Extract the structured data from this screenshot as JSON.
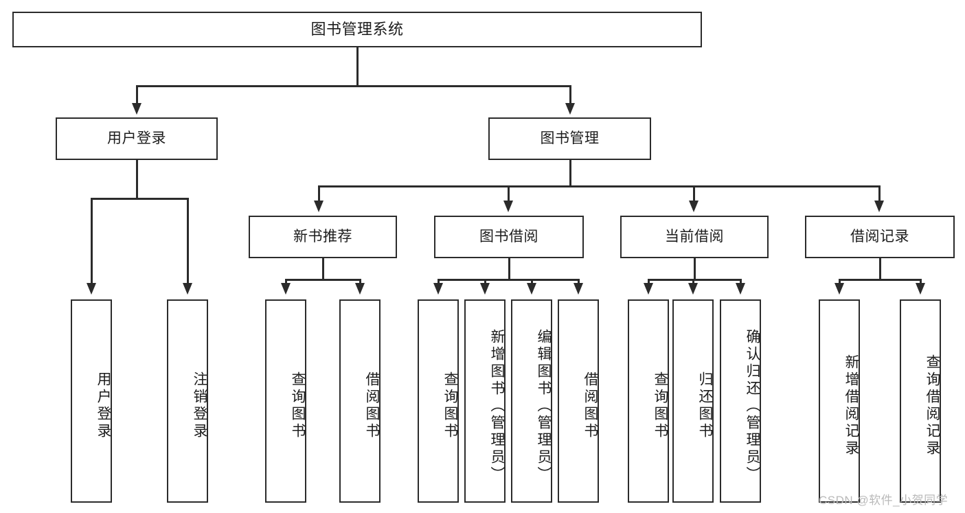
{
  "diagram": {
    "title": "图书管理系统",
    "type": "tree-hierarchy",
    "root": {
      "label": "图书管理系统"
    },
    "level2": [
      {
        "label": "用户登录"
      },
      {
        "label": "图书管理"
      }
    ],
    "level3": [
      {
        "label": "新书推荐"
      },
      {
        "label": "图书借阅"
      },
      {
        "label": "当前借阅"
      },
      {
        "label": "借阅记录"
      }
    ],
    "leaves_user_login": [
      {
        "label": "用户登录"
      },
      {
        "label": "注销登录"
      }
    ],
    "leaves_new_book": [
      {
        "label": "查询图书"
      },
      {
        "label": "借阅图书"
      }
    ],
    "leaves_borrow": [
      {
        "label": "查询图书"
      },
      {
        "label": "新增图书（管理员）"
      },
      {
        "label": "编辑图书（管理员）"
      },
      {
        "label": "借阅图书"
      }
    ],
    "leaves_current": [
      {
        "label": "查询图书"
      },
      {
        "label": "归还图书"
      },
      {
        "label": "确认归还（管理员）"
      }
    ],
    "leaves_record": [
      {
        "label": "新增借阅记录"
      },
      {
        "label": "查询借阅记录"
      }
    ]
  },
  "watermark": {
    "text": "CSDN @软件_小贺同学"
  },
  "colors": {
    "line": "#2b2b2b",
    "background": "#ffffff",
    "watermark": "#b9b9b9"
  }
}
